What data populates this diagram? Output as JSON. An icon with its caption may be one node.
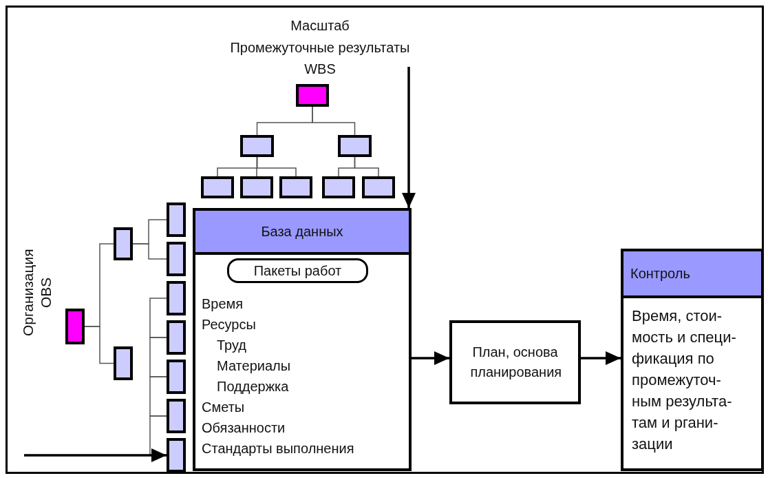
{
  "diagram": {
    "nodes": [
      {
        "text": [],
        "shape": "box",
        "beside": [
          "Масштаб",
          "Промежуточные результаты",
          "WBS"
        ]
      },
      {
        "text": [],
        "shape": "box"
      },
      {
        "text": [],
        "shape": "box"
      },
      {
        "text": [],
        "shape": "box"
      },
      {
        "text": [],
        "shape": "box"
      },
      {
        "text": [],
        "shape": "box"
      },
      {
        "text": [],
        "shape": "box"
      },
      {
        "text": [],
        "shape": "box"
      },
      {
        "text": [],
        "shape": "box",
        "beside": [
          "Организация",
          "OBS"
        ]
      },
      {
        "text": [],
        "shape": "box"
      },
      {
        "text": [],
        "shape": "box"
      },
      {
        "text": [],
        "shape": "box"
      },
      {
        "text": [],
        "shape": "box"
      },
      {
        "text": [],
        "shape": "box"
      },
      {
        "text": [],
        "shape": "box"
      },
      {
        "text": [],
        "shape": "box"
      },
      {
        "text": [],
        "shape": "box"
      },
      {
        "text": [],
        "shape": "box"
      },
      {
        "text": [
          "База данных",
          "Время",
          "Ресурсы",
          "Труд",
          "Материалы",
          "Поддержка",
          "Сметы",
          "Обязанности",
          "Стандарты выполнения"
        ]
      },
      {
        "text": [
          "Пакеты работ"
        ],
        "in": 18
      },
      {
        "text": [
          "План, основа планирования"
        ]
      },
      {
        "text": [
          "Контроль",
          "Время, стои- мость и специ- фикация по промежуточ- ным результа- там и ргани- зации"
        ]
      }
    ],
    "edges": [
      {
        "from": 0,
        "to": 1,
        "arrow": "none"
      },
      {
        "from": 0,
        "to": 2,
        "arrow": "none"
      },
      {
        "from": 1,
        "to": 3,
        "arrow": "none"
      },
      {
        "from": 1,
        "to": 4,
        "arrow": "none"
      },
      {
        "from": 1,
        "to": 5,
        "arrow": "none"
      },
      {
        "from": 2,
        "to": 6,
        "arrow": "none"
      },
      {
        "from": 2,
        "to": 7,
        "arrow": "none"
      },
      {
        "from": 8,
        "to": 9,
        "arrow": "none"
      },
      {
        "from": 8,
        "to": 10,
        "arrow": "none"
      },
      {
        "from": 9,
        "to": 11,
        "arrow": "none"
      },
      {
        "from": 9,
        "to": 12,
        "arrow": "none"
      },
      {
        "from": 13,
        "to": 14,
        "arrow": "none"
      },
      {
        "from": 14,
        "to": 15,
        "arrow": "none"
      },
      {
        "from": 15,
        "to": 16,
        "arrow": "none"
      },
      {
        "from": 16,
        "to": 17,
        "arrow": "none"
      },
      {
        "from": 0,
        "to": 18,
        "arrow": "to",
        "style": "thick",
        "color": "#000000"
      },
      {
        "from": null,
        "to": 17,
        "arrow": "to",
        "style": "thick",
        "color": "#000000"
      },
      {
        "from": 18,
        "to": 20,
        "arrow": "to",
        "style": "thick",
        "color": "#000000"
      },
      {
        "from": 20,
        "to": 21,
        "arrow": "to",
        "style": "thick",
        "color": "#000000"
      }
    ]
  }
}
